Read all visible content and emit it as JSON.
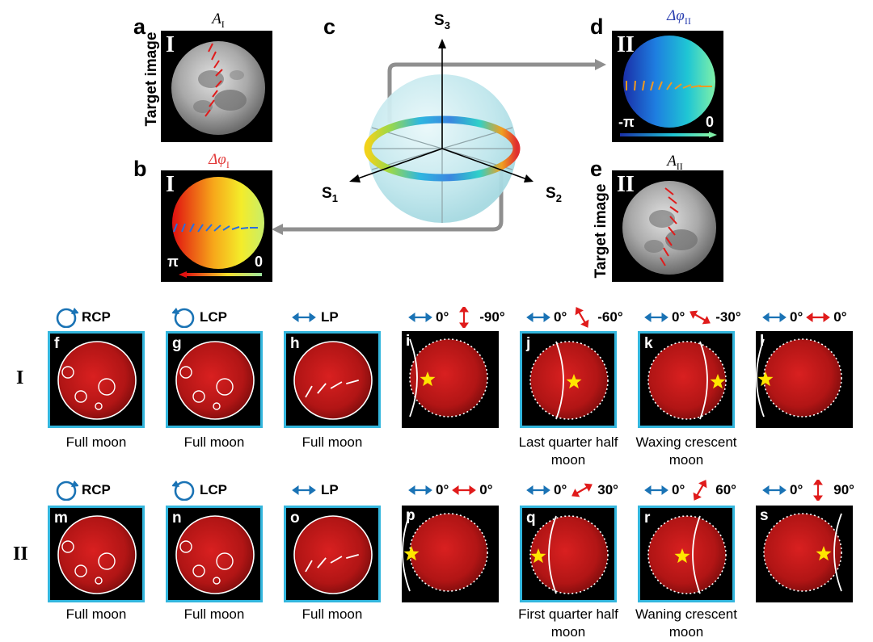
{
  "top": {
    "panels": {
      "a": {
        "letter": "a",
        "title_main": "A",
        "title_sub": "I",
        "numeral": "I",
        "side_label": "Target image"
      },
      "b": {
        "letter": "b",
        "title_main": "Δφ",
        "title_sub": "I",
        "numeral": "I",
        "left_value": "π",
        "right_value": "0",
        "color": "#e23a3a"
      },
      "c": {
        "letter": "c",
        "s1": "S",
        "s1_sub": "1",
        "s2": "S",
        "s2_sub": "2",
        "s3": "S",
        "s3_sub": "3"
      },
      "d": {
        "letter": "d",
        "title_main": "Δφ",
        "title_sub": "II",
        "numeral": "II",
        "left_value": "-π",
        "right_value": "0",
        "color": "#2a3fb0"
      },
      "e": {
        "letter": "e",
        "title_main": "A",
        "title_sub": "II",
        "numeral": "II",
        "side_label": "Target image"
      }
    }
  },
  "grid": {
    "row_labels": [
      "I",
      "II"
    ],
    "colors": {
      "frame": "#33b6dd",
      "ring": "#1a73b5",
      "arrow_red": "#e01b1b",
      "star": "#ffe600"
    },
    "row1": [
      {
        "letter": "f",
        "header": "RCP",
        "header_kind": "rcp",
        "caption": "Full moon",
        "frame": true
      },
      {
        "letter": "g",
        "header": "LCP",
        "header_kind": "lcp",
        "caption": "Full moon",
        "frame": true
      },
      {
        "letter": "h",
        "header": "LP",
        "header_kind": "lp",
        "caption": "Full moon",
        "frame": true
      },
      {
        "letter": "i",
        "angle_a": "0°",
        "angle_b": "-90°",
        "caption": "",
        "frame": false
      },
      {
        "letter": "j",
        "angle_a": "0°",
        "angle_b": "-60°",
        "caption": "Last quarter half moon",
        "frame": true
      },
      {
        "letter": "k",
        "angle_a": "0°",
        "angle_b": "-30°",
        "caption": "Waxing crescent moon",
        "frame": true
      },
      {
        "letter": "l",
        "angle_a": "0°",
        "angle_b": "0°",
        "caption": "",
        "frame": false
      }
    ],
    "row2": [
      {
        "letter": "m",
        "header": "RCP",
        "header_kind": "rcp",
        "caption": "Full moon",
        "frame": true
      },
      {
        "letter": "n",
        "header": "LCP",
        "header_kind": "lcp",
        "caption": "Full moon",
        "frame": true
      },
      {
        "letter": "o",
        "header": "LP",
        "header_kind": "lp",
        "caption": "Full moon",
        "frame": true
      },
      {
        "letter": "p",
        "angle_a": "0°",
        "angle_b": "0°",
        "caption": "",
        "frame": false
      },
      {
        "letter": "q",
        "angle_a": "0°",
        "angle_b": "30°",
        "caption": "First quarter half moon",
        "frame": true
      },
      {
        "letter": "r",
        "angle_a": "0°",
        "angle_b": "60°",
        "caption": "Waning crescent moon",
        "frame": true
      },
      {
        "letter": "s",
        "angle_a": "0°",
        "angle_b": "90°",
        "caption": "",
        "frame": false
      }
    ]
  }
}
